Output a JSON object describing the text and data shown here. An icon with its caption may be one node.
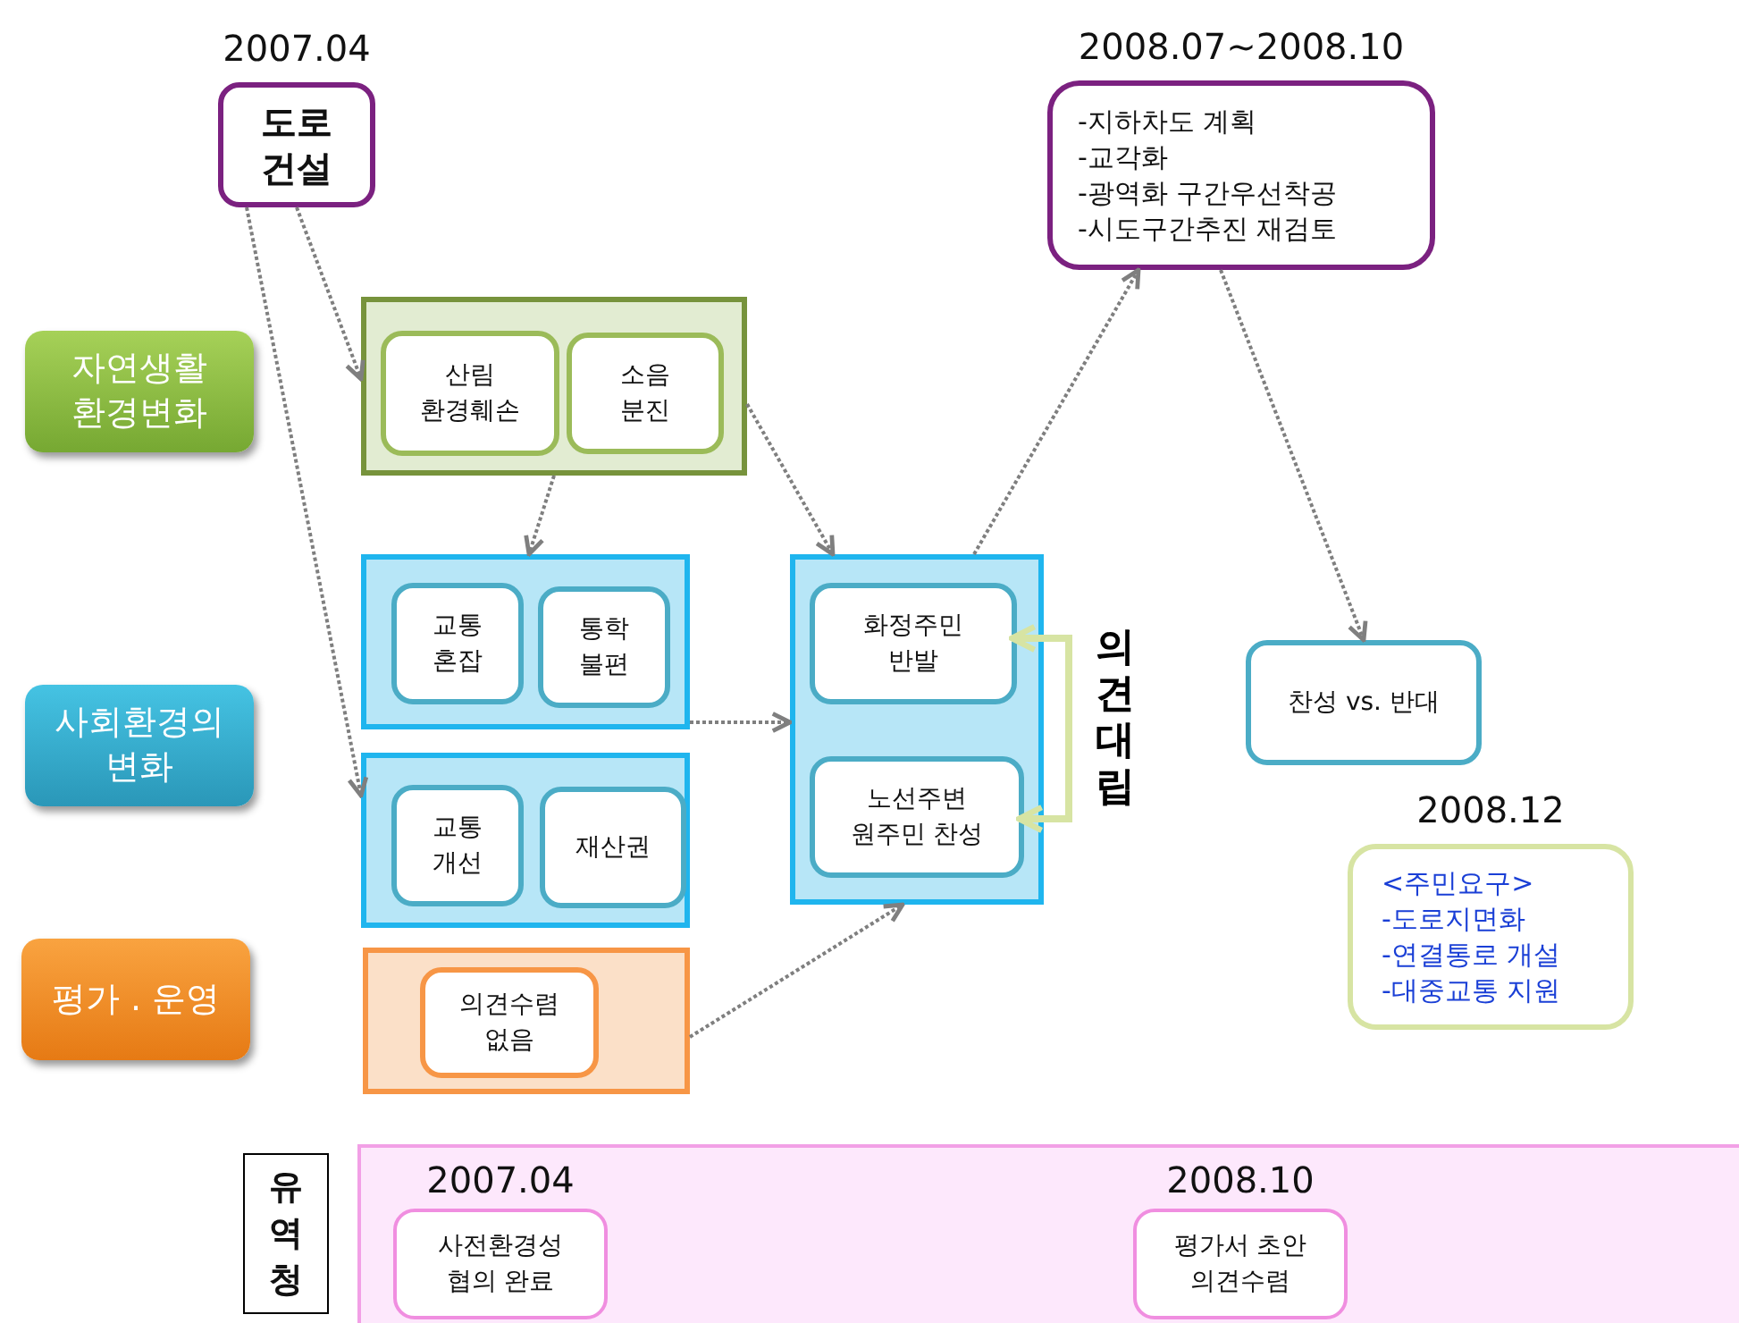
{
  "diagram": {
    "nodes": [
      {
        "text": [
          "도로 건설"
        ],
        "beside": [
          "2007.04"
        ]
      },
      {
        "text": [
          "-지하차도 계획",
          "-교각화",
          "-광역화 구간우선착공",
          "-시도구간추진 재검토"
        ],
        "beside": [
          "2008.07~2008.10"
        ]
      },
      {
        "text": [
          "자연생활 환경변화"
        ]
      },
      {
        "text": [],
        "shape": "box"
      },
      {
        "text": [
          "산림 환경훼손"
        ],
        "in": 3
      },
      {
        "text": [
          "소음 분진"
        ],
        "in": 3
      },
      {
        "text": [
          "사회환경의 변화"
        ]
      },
      {
        "text": [],
        "shape": "box"
      },
      {
        "text": [
          "교통 혼잡"
        ],
        "in": 7
      },
      {
        "text": [
          "통학 불편"
        ],
        "in": 7
      },
      {
        "text": [],
        "shape": "box"
      },
      {
        "text": [
          "교통 개선"
        ],
        "in": 10
      },
      {
        "text": [
          "재산권"
        ],
        "in": 10
      },
      {
        "text": [
          "평가 . 운영"
        ]
      },
      {
        "text": [],
        "shape": "box"
      },
      {
        "text": [
          "의견수렴 없음"
        ],
        "in": 14
      },
      {
        "text": [],
        "shape": "box"
      },
      {
        "text": [
          "화정주민 반발"
        ],
        "in": 16
      },
      {
        "text": [
          "노선주변 원주민 찬성"
        ],
        "in": 16
      },
      {
        "text": [
          "찬성 vs. 반대"
        ]
      },
      {
        "text": [
          "<주민요구>",
          "-도로지면화",
          "-연결통로 개설",
          "-대중교통 지원"
        ],
        "beside": [
          "2008.12"
        ]
      },
      {
        "text": [
          "유역청"
        ]
      },
      {
        "text": [],
        "shape": "box"
      },
      {
        "text": [
          "사전환경성 협의 완료"
        ],
        "in": 22,
        "beside": [
          "2007.04"
        ]
      },
      {
        "text": [
          "평가서 초안 의견수렴"
        ],
        "in": 22,
        "beside": [
          "2008.10"
        ]
      }
    ],
    "edges": [
      {
        "from": 0,
        "to": 3,
        "arrow": "to",
        "style": "dashed"
      },
      {
        "from": 0,
        "to": 10,
        "arrow": "to",
        "style": "dashed"
      },
      {
        "from": 3,
        "to": 7,
        "arrow": "to",
        "style": "dashed"
      },
      {
        "from": 3,
        "to": 16,
        "arrow": "to",
        "style": "dashed"
      },
      {
        "from": 7,
        "to": 16,
        "arrow": "to",
        "style": "dashed"
      },
      {
        "from": 14,
        "to": 16,
        "arrow": "to",
        "style": "dashed"
      },
      {
        "from": 16,
        "to": 1,
        "arrow": "to",
        "style": "dashed"
      },
      {
        "from": 1,
        "to": 19,
        "arrow": "to",
        "style": "dashed"
      },
      {
        "from": 18,
        "to": 17,
        "arrow": "both",
        "label": "의견대립",
        "style": "thick",
        "color": "#d7e4a3"
      }
    ]
  }
}
